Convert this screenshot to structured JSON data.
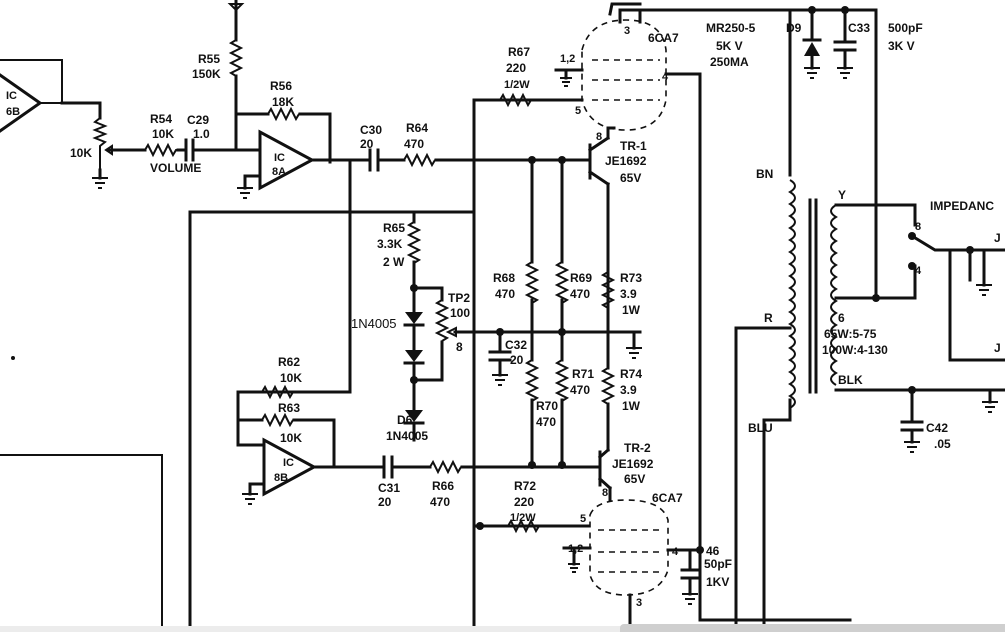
{
  "labels": {
    "r55": "R55",
    "r55_val": "150K",
    "r56": "R56",
    "r56_val": "18K",
    "r54": "R54",
    "r54_val": "10K",
    "c29": "C29",
    "c29_val": "1.0",
    "pot": "10K",
    "volume": "VOLUME",
    "ic1a": "IC",
    "ic1a_sub": "8A",
    "ic_left": "IC",
    "ic_left_sub": "6B",
    "c30": "C30",
    "c30_val": "20",
    "r64": "R64",
    "r64_val": "470",
    "r67": "R67",
    "r67_val": "220",
    "r67_w": "1/2W",
    "r65": "R65",
    "r65_val": "3.3K",
    "r65_w": "2 W",
    "tp2": "TP2",
    "tp2_val": "100",
    "tp2_pin": "8",
    "d_overlay": "1N4005",
    "r62": "R62",
    "r62_val": "10K",
    "r63": "R63",
    "r63_val": "10K",
    "ic8b": "IC",
    "ic8b_sub": "8B",
    "d6": "D6",
    "d6_val": "1N4005",
    "c31": "C31",
    "c31_val": "20",
    "r66": "R66",
    "r66_val": "470",
    "r68": "R68",
    "r68_val": "470",
    "r69": "R69",
    "r69_val": "470",
    "c32": "C32",
    "c32_val": "20",
    "r70": "R70",
    "r70_val": "470",
    "r71": "R71",
    "r71_val": "470",
    "r73": "R73",
    "r73_val": "3.9",
    "r73_w": "1W",
    "r74": "R74",
    "r74_val": "3.9",
    "r74_w": "1W",
    "tr1": "TR-1",
    "tr1_type": "JE1692",
    "tr1_v": "65V",
    "tr2": "TR-2",
    "tr2_type": "JE1692",
    "tr2_v": "65V",
    "r72": "R72",
    "r72_val": "220",
    "r72_w": "1/2W",
    "tube1": "6CA7",
    "tube2": "6CA7",
    "t1_pin3": "3",
    "t1_pin12": "1,2",
    "t1_pin5": "5",
    "t1_pin8": "8",
    "t1_pin4": "4",
    "t2_pin8": "8",
    "t2_pin5": "5",
    "t2_pin12": "1,2",
    "t2_pin4": "4",
    "t2_pin3": "3",
    "mr250": "MR250-5",
    "mr250_v": "5K V",
    "mr250_ma": "250MA",
    "d9": "D9",
    "c33": "C33",
    "c33_val": "500pF",
    "c33_v": "3K V",
    "bn": "BN",
    "r_lead": "R",
    "blu": "BLU",
    "y": "Y",
    "tap8": "8",
    "tap4": "4",
    "tap6": "6",
    "blk": "BLK",
    "impedance": "IMPEDANC",
    "spec1": "65W:5-75",
    "spec2": "100W:4-130",
    "c42": "C42",
    "c42_val": ".05",
    "c46": "46",
    "c46_val": "50pF",
    "c46_v": "1KV",
    "j_top": "J",
    "j_bot": "J"
  }
}
